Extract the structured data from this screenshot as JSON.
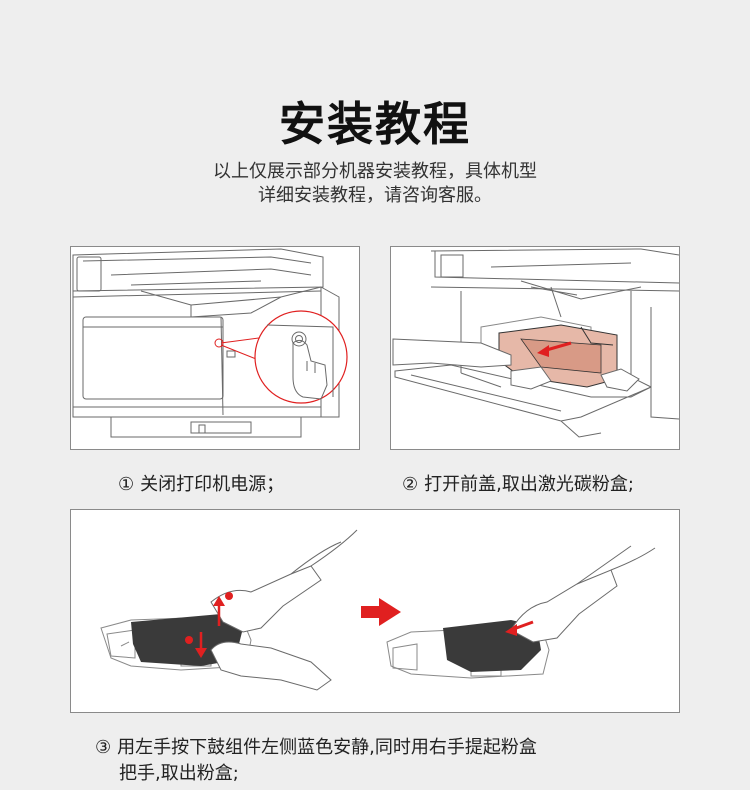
{
  "title": "安装教程",
  "subtitle": {
    "line1": "以上仅展示部分机器安装教程，具体机型",
    "line2": "详细安装教程，请咨询客服。"
  },
  "steps": [
    {
      "number": "①",
      "text": "关闭打印机电源；"
    },
    {
      "number": "②",
      "text": "打开前盖,取出激光碳粉盒;"
    },
    {
      "number": "③",
      "line1": "用左手按下鼓组件左侧蓝色安静,同时用右手提起粉盒",
      "line2": "把手,取出粉盒;"
    }
  ],
  "colors": {
    "accent": "#e02020",
    "toner": "#3a3a3a",
    "line_art": "#6a6a6a",
    "bg": "#eeeeee"
  },
  "icons": {
    "step1": "printer-power-button-illustration",
    "step2": "printer-open-cover-illustration",
    "step3": "toner-removal-illustration",
    "arrow": "arrow-right-icon"
  }
}
